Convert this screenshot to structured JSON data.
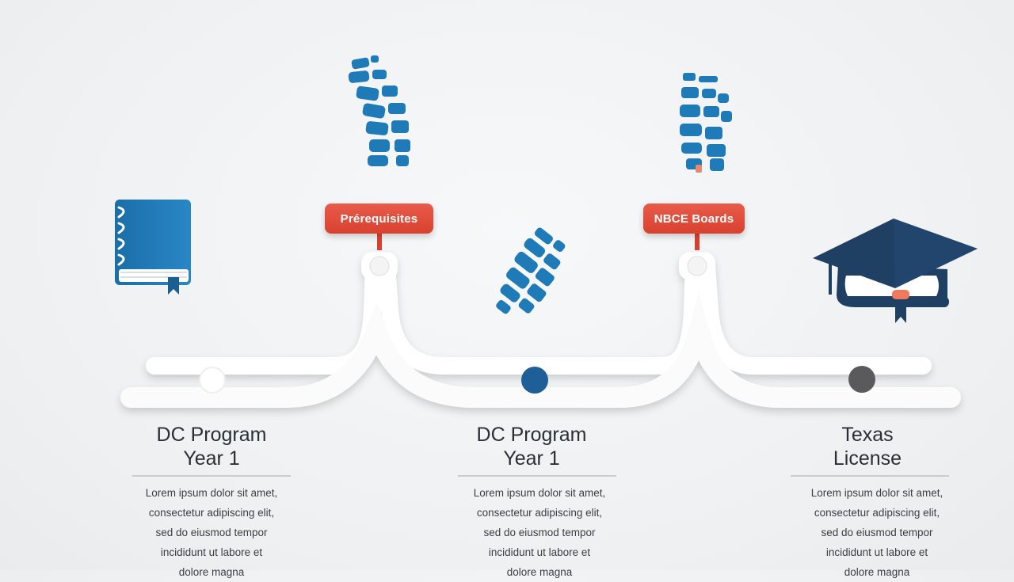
{
  "callouts": [
    {
      "label": "Prérequisites"
    },
    {
      "label": "NBCE Boards"
    }
  ],
  "stages": [
    {
      "title_line1": "DC Program",
      "title_line2": "Year 1",
      "body": [
        "Lorem ipsum dolor sit amet,",
        "consectetur adipiscing elit,",
        "sed do eiusmod tempor",
        "incididunt ut labore et",
        "dolore magna"
      ]
    },
    {
      "title_line1": "DC Program",
      "title_line2": "Year 1",
      "body": [
        "Lorem ipsum dolor sit amet,",
        "consectetur adipiscing elit,",
        "sed do eiusmod tempor",
        "incididunt ut labore et",
        "dolore magna"
      ]
    },
    {
      "title_line1": "Texas",
      "title_line2": "License",
      "body": [
        "Lorem ipsum dolor sit amet,",
        "consectetur adipiscing elit,",
        "sed do eiusmod tempor",
        "incididunt ut labore et",
        "dolore magna"
      ]
    }
  ],
  "icons": {
    "book": "book-icon",
    "spine": "spine-icon",
    "graduation": "graduation-cap-icon"
  },
  "colors": {
    "primary_blue": "#1f7bb8",
    "accent_red": "#e0483a",
    "navy": "#1f3f63",
    "node_grey": "#5a5a5c"
  }
}
